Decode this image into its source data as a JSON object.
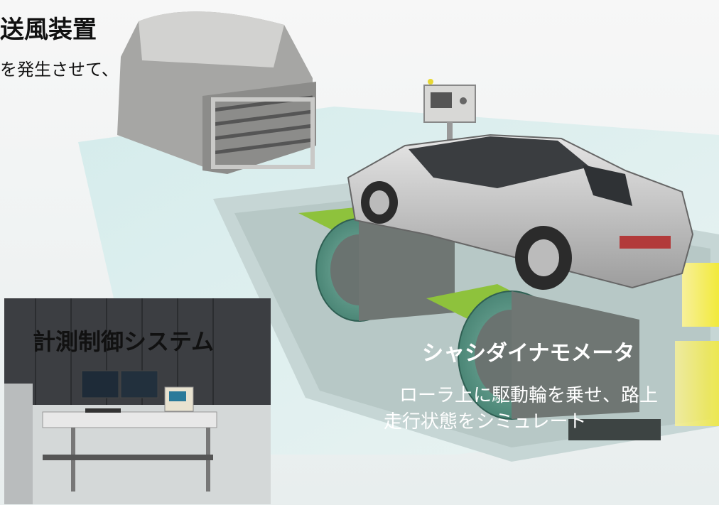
{
  "labels": {
    "blower_title": "送風装置",
    "blower_desc": "を発生させて、",
    "control_title": "計測制御システム",
    "dyno_title": "シャシダイナモメータ",
    "dyno_desc_line1": "ローラ上に駆動輪を乗せ、路上",
    "dyno_desc_line2": "走行状態をシミュレート"
  },
  "colors": {
    "floor": "#dfeeed",
    "pit": "#c9d8d7",
    "roller_green": "#5f9e8e",
    "roller_drum": "#6d7471",
    "yellow_accent": "#f2ea3a",
    "car_body": "#c9c9c9",
    "blower_body": "#9a9a98",
    "console_panel": "#3c3e42"
  },
  "icons": [
    "car-icon",
    "blower-icon",
    "control-console-icon",
    "roller-icon",
    "control-stand-icon"
  ]
}
